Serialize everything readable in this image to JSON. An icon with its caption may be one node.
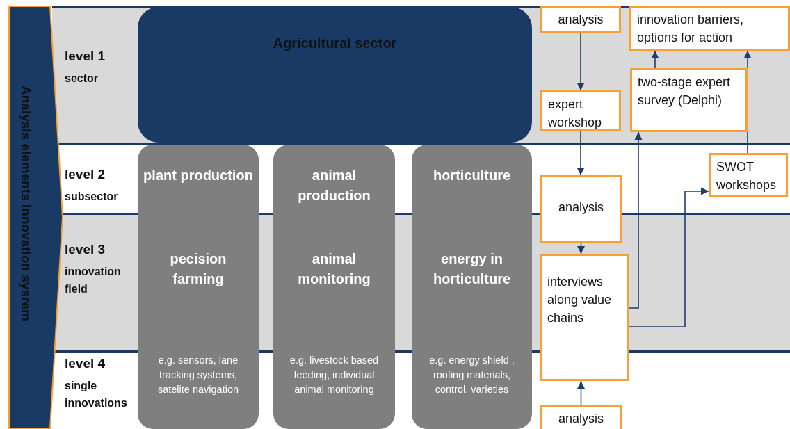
{
  "diagram": {
    "nodes": [
      {
        "text": [
          "Analysis elements innovation sysrem"
        ]
      },
      {
        "text": [
          "Agricultural sector"
        ]
      },
      {
        "text": [
          "plant production",
          "pecision farming",
          "e.g. sensors, lane tracking systems, satelite navigation"
        ]
      },
      {
        "text": [
          "animal production",
          "animal monitoring",
          "e.g. livestock based feeding, individual animal monitoring"
        ]
      },
      {
        "text": [
          "horticulture",
          "energy in horticulture",
          "e.g. energy shield , roofing materials, control, varieties"
        ]
      },
      {
        "text": [
          "analysis"
        ]
      },
      {
        "text": [
          "innovation barriers, options for action"
        ]
      },
      {
        "text": [
          "expert workshop"
        ]
      },
      {
        "text": [
          "two-stage expert survey (Delphi)"
        ]
      },
      {
        "text": [
          "SWOT workshops"
        ]
      },
      {
        "text": [
          "analysis"
        ]
      },
      {
        "text": [
          "interviews along value chains"
        ]
      },
      {
        "text": [
          "analysis"
        ]
      }
    ],
    "edges": [
      {
        "from": 5,
        "to": 7,
        "arrow": "to"
      },
      {
        "from": 7,
        "to": 10,
        "arrow": "to"
      },
      {
        "from": 10,
        "to": 11,
        "arrow": "to"
      },
      {
        "from": 12,
        "to": 11,
        "arrow": "to"
      },
      {
        "from": 11,
        "to": 8,
        "arrow": "to"
      },
      {
        "from": 11,
        "to": 9,
        "arrow": "to"
      },
      {
        "from": 8,
        "to": 6,
        "arrow": "to"
      },
      {
        "from": 9,
        "to": 6,
        "arrow": "to"
      }
    ],
    "labels": [
      "level 1",
      "sector",
      "level 2",
      "subsector",
      "level 3",
      "innovation field",
      "level 4",
      "single innovations"
    ]
  }
}
